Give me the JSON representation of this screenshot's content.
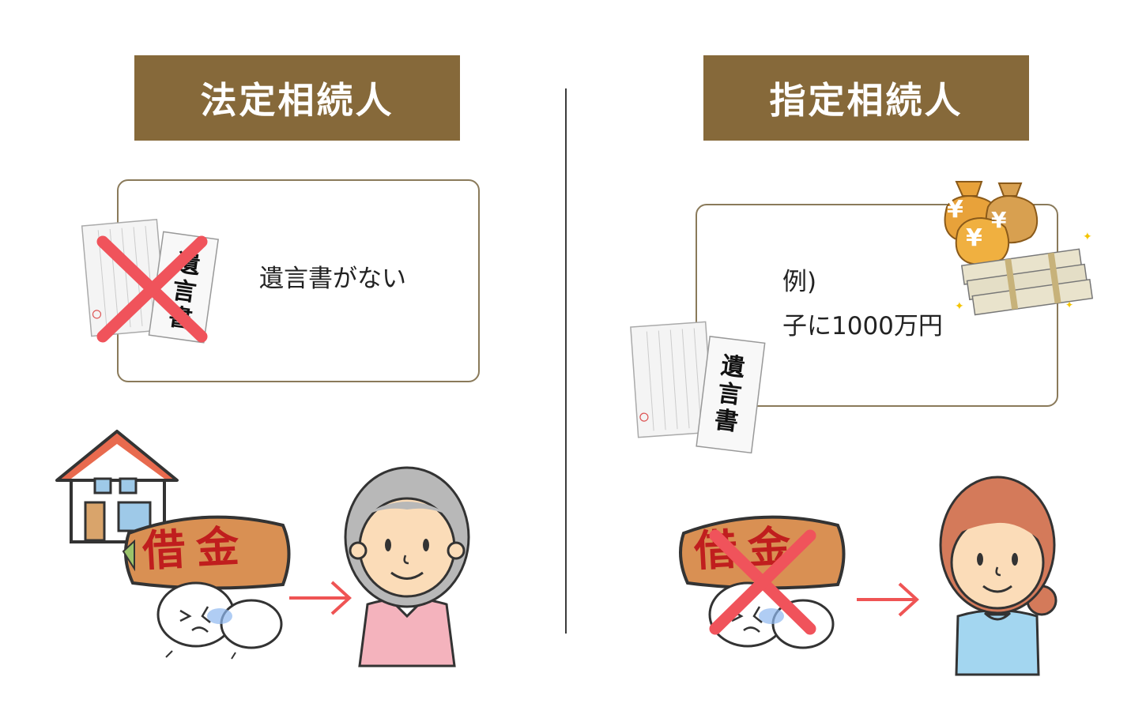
{
  "left": {
    "header": "法定相続人",
    "card_text": "遺言書がない",
    "envelope_label": [
      "遺",
      "言",
      "書"
    ],
    "debt_label": [
      "借",
      "金"
    ]
  },
  "right": {
    "header": "指定相続人",
    "card_line1": "例)",
    "card_line2": "子に1000万円",
    "envelope_label": [
      "遺",
      "言",
      "書"
    ],
    "debt_label": [
      "借",
      "金"
    ],
    "money_symbol": "¥"
  },
  "colors": {
    "header_bg": "#86693a",
    "cross": "#f0535b",
    "arrow": "#ef5454"
  }
}
